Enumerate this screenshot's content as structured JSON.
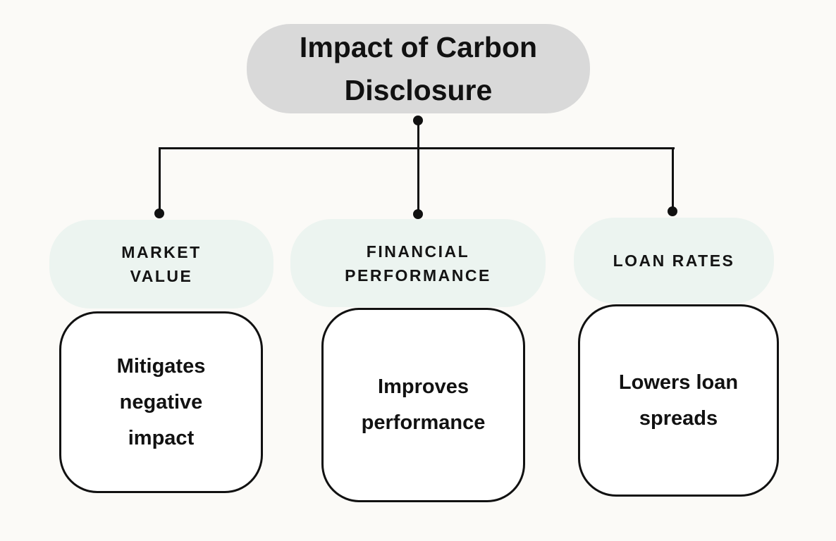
{
  "diagram": {
    "root": {
      "label": "Impact of Carbon\nDisclosure"
    },
    "branches": [
      {
        "id": "market-value",
        "label": "MARKET\nVALUE",
        "detail": "Mitigates\nnegative\nimpact"
      },
      {
        "id": "financial-performance",
        "label": "FINANCIAL\nPERFORMANCE",
        "detail": "Improves\nperformance"
      },
      {
        "id": "loan-rates",
        "label": "LOAN RATES",
        "detail": "Lowers loan\nspreads"
      }
    ],
    "colors": {
      "background": "#fbfaf7",
      "root_fill": "#d9d9d9",
      "branch_fill": "#ecf4f0",
      "line": "#111111",
      "text": "#111111",
      "detail_fill": "#ffffff",
      "detail_border": "#111111"
    }
  }
}
